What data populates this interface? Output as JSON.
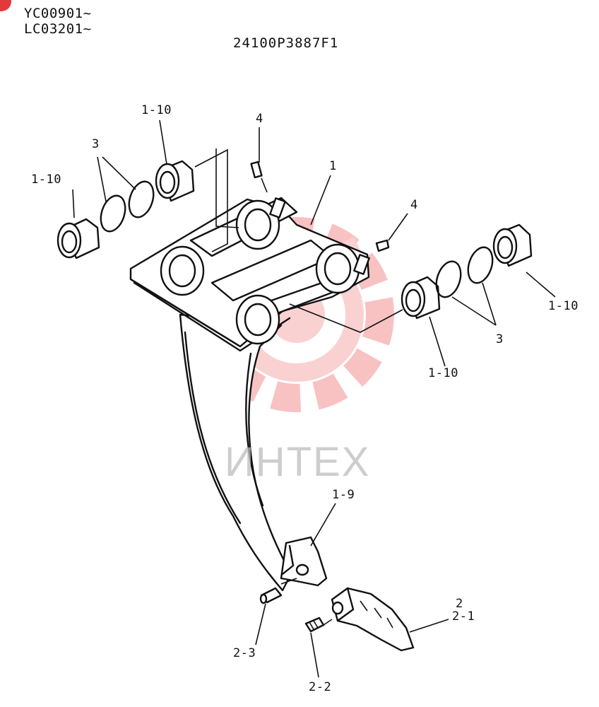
{
  "header": {
    "serial_1": "YC00901~",
    "serial_2": "LC03201~",
    "document_number": "24100P3887F1"
  },
  "watermark": {
    "text": "ИНТЕХ",
    "color": "#f7c9c9"
  },
  "callouts": {
    "bushing_top_left": "1-10",
    "bushing_far_left": "1-10",
    "bushing_right": "1-10",
    "bushing_lower_center": "1-10",
    "seal_left": "3",
    "seal_right": "3",
    "pin_top": "4",
    "pin_right": "4",
    "bracket": "1",
    "shank_protector": "1-9",
    "tooth": "2",
    "tooth_point": "2-1",
    "lock_pin": "2-2",
    "retainer": "2-3"
  },
  "accent": {
    "corner_marker": "#e23a3a"
  }
}
